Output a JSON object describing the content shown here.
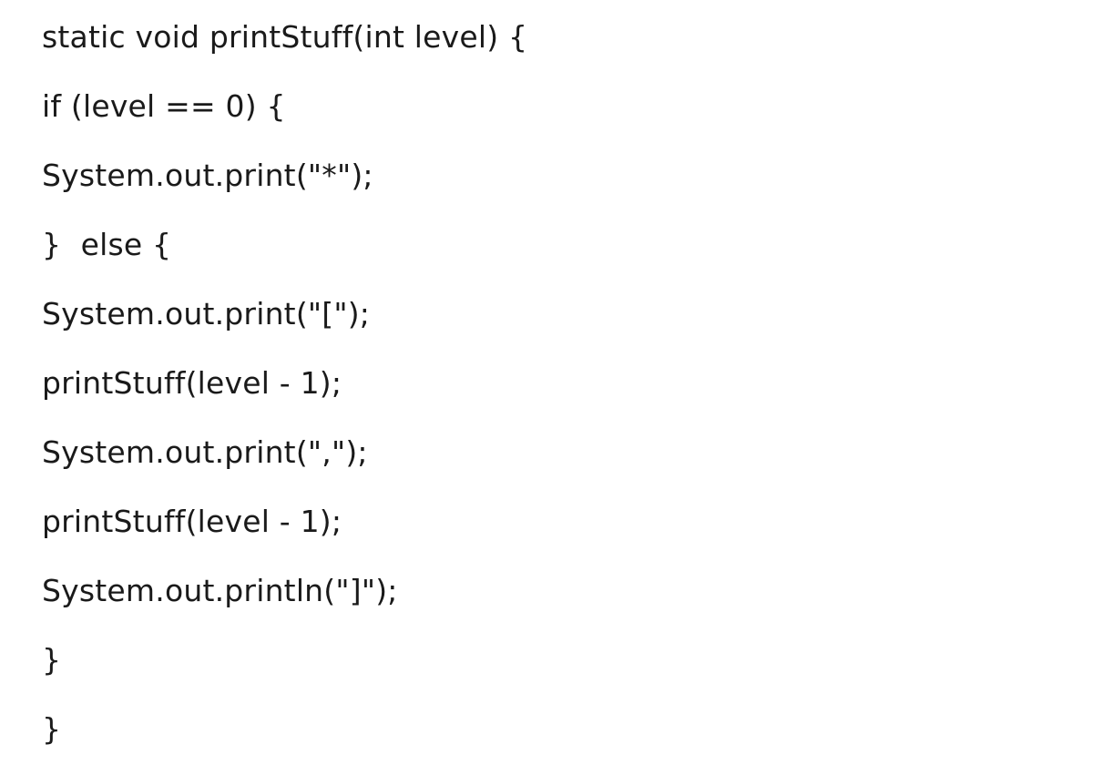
{
  "document": {
    "lines": [
      "static void printStuff(int level) {",
      "if (level == 0) {",
      "System.out.print(\"*\");",
      "}  else {",
      "System.out.print(\"[\");",
      "printStuff(level - 1);",
      "System.out.print(\",\");",
      "printStuff(level - 1);",
      "System.out.println(\"]\");",
      "}",
      "}"
    ]
  }
}
